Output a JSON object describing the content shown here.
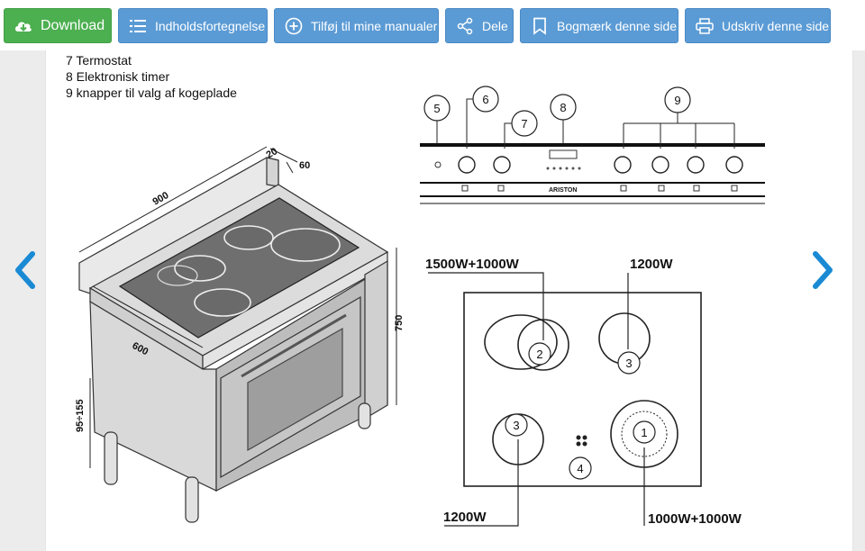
{
  "toolbar": {
    "download": "Download",
    "toc": "Indholdsfortegnelse",
    "add": "Tilføj til mine manualer",
    "share": "Dele",
    "bookmark": "Bogmærk denne side",
    "print": "Udskriv denne side"
  },
  "legend": {
    "item7": "7 Termostat",
    "item8": "8 Elektronisk timer",
    "item9": "9 knapper til valg af kogeplade"
  },
  "dimensions": {
    "width": "900",
    "depth": "600",
    "height": "750",
    "backsplash_w": "20",
    "backsplash_h": "60",
    "feet": "95÷155"
  },
  "panel": {
    "callouts": [
      "5",
      "6",
      "7",
      "8",
      "9"
    ],
    "brand": "ARISTON"
  },
  "hob": {
    "label_top_left": "1500W+1000W",
    "label_top_right": "1200W",
    "label_bottom_left": "1200W",
    "label_bottom_right": "1000W+1000W",
    "zones": [
      "2",
      "3",
      "3",
      "1",
      "4"
    ]
  },
  "colors": {
    "button_blue": "#5b9bd5",
    "button_green": "#4caf50",
    "nav_arrow": "#1a8ad4"
  }
}
